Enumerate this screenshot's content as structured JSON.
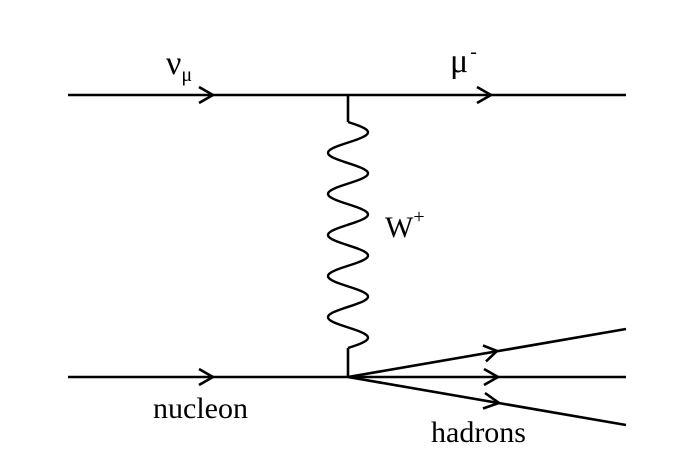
{
  "diagram": {
    "type": "feynman",
    "labels": {
      "incoming_particle": "ν",
      "incoming_particle_subscript": "μ",
      "outgoing_particle": "μ",
      "outgoing_particle_superscript": "-",
      "exchange_boson": "W",
      "exchange_boson_superscript": "+",
      "target": "nucleon",
      "products": "hadrons"
    },
    "colors": {
      "lines": "#000000",
      "background": "#ffffff"
    }
  }
}
